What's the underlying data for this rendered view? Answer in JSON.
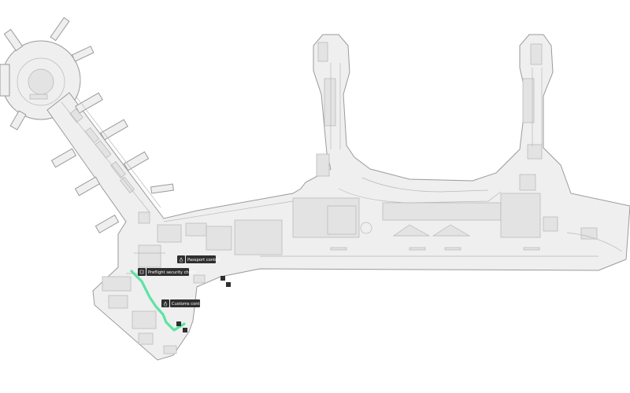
{
  "map": {
    "labels": {
      "passport": "Passport control",
      "security": "Preflight security check",
      "customs": "Customs control"
    },
    "icons": {
      "passport": "passport-control-icon",
      "security": "security-check-icon",
      "customs": "customs-control-icon",
      "stairs": "stairs-icon",
      "elevator": "elevator-icon"
    },
    "colors": {
      "floor": "#efefef",
      "outline": "#9a9a9a",
      "route": "#5ee3a3",
      "label_bg": "#2f2f2f"
    }
  }
}
